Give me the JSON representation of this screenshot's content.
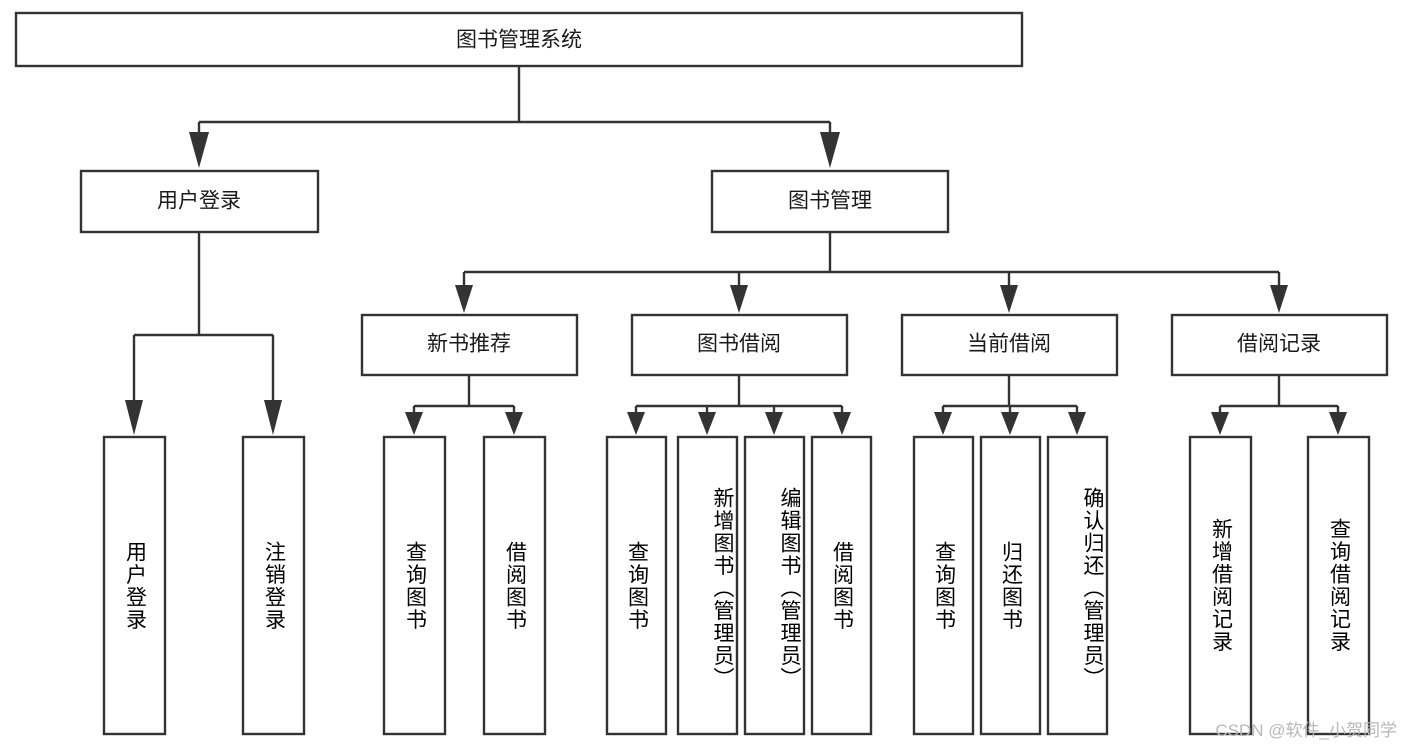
{
  "diagram": {
    "title": "图书管理系统",
    "type": "hierarchy-tree",
    "watermark": "CSDN @软件_小贺同学",
    "colors": {
      "stroke": "#333333",
      "fill": "#ffffff",
      "text": "#1a1a1a",
      "watermark": "#b8b8b8"
    },
    "root": {
      "label": "图书管理系统"
    },
    "level2": [
      {
        "label": "用户登录"
      },
      {
        "label": "图书管理"
      }
    ],
    "level3": [
      {
        "label": "新书推荐"
      },
      {
        "label": "图书借阅"
      },
      {
        "label": "当前借阅"
      },
      {
        "label": "借阅记录"
      }
    ],
    "leaves": {
      "user_login": [
        {
          "label": "用户登录"
        },
        {
          "label": "注销登录"
        }
      ],
      "new_book_recommend": [
        {
          "label": "查询图书"
        },
        {
          "label": "借阅图书"
        }
      ],
      "book_borrow": [
        {
          "label": "查询图书"
        },
        {
          "label": "新增图书（管理员）"
        },
        {
          "label": "编辑图书（管理员）"
        },
        {
          "label": "借阅图书"
        }
      ],
      "current_borrow": [
        {
          "label": "查询图书"
        },
        {
          "label": "归还图书"
        },
        {
          "label": "确认归还（管理员）"
        }
      ],
      "borrow_record": [
        {
          "label": "新增借阅记录"
        },
        {
          "label": "查询借阅记录"
        }
      ]
    }
  }
}
